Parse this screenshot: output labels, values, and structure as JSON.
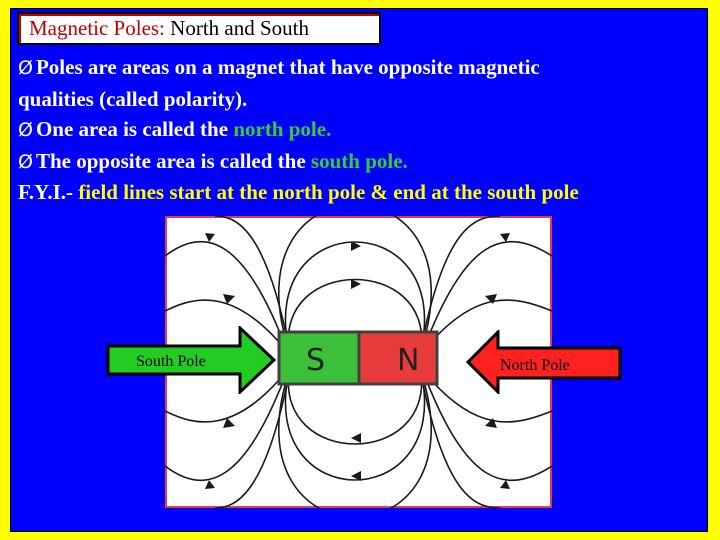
{
  "title": {
    "part1": "Magnetic Poles:",
    "part2": " North and South"
  },
  "bullets": [
    {
      "marker": "Ø",
      "segments": [
        {
          "text": "Poles are areas on a magnet that have opposite magnetic",
          "color": "#ffffff"
        }
      ]
    },
    {
      "marker": "",
      "segments": [
        {
          "text": "qualities (called polarity).",
          "color": "#ffffff"
        }
      ]
    },
    {
      "marker": "Ø",
      "segments": [
        {
          "text": "One area is called the ",
          "color": "#ffffff"
        },
        {
          "text": "north pole.",
          "color": "#33cc33"
        }
      ]
    },
    {
      "marker": "Ø",
      "segments": [
        {
          "text": "The opposite area is called the ",
          "color": "#ffffff"
        },
        {
          "text": "south pole.",
          "color": "#33cc33"
        }
      ]
    },
    {
      "marker": "",
      "segments": [
        {
          "text": "F.Y.I.- ",
          "color": "#ffffff"
        },
        {
          "text": "field lines start at the north pole & end at the south pole",
          "color": "#ffff00"
        }
      ]
    }
  ],
  "magnet": {
    "s_letter": "S",
    "n_letter": "N"
  },
  "labels": {
    "south": "South Pole",
    "north": "North Pole"
  },
  "colors": {
    "background_border": "#ffff00",
    "panel": "#0000ff",
    "south_half": "#3cc03c",
    "north_half": "#e83c3c",
    "south_arrow": "#22cc22",
    "north_arrow": "#ff2020",
    "title_red": "#c00000"
  },
  "icons": {
    "bullet": "chevron-arrow-bullet"
  }
}
